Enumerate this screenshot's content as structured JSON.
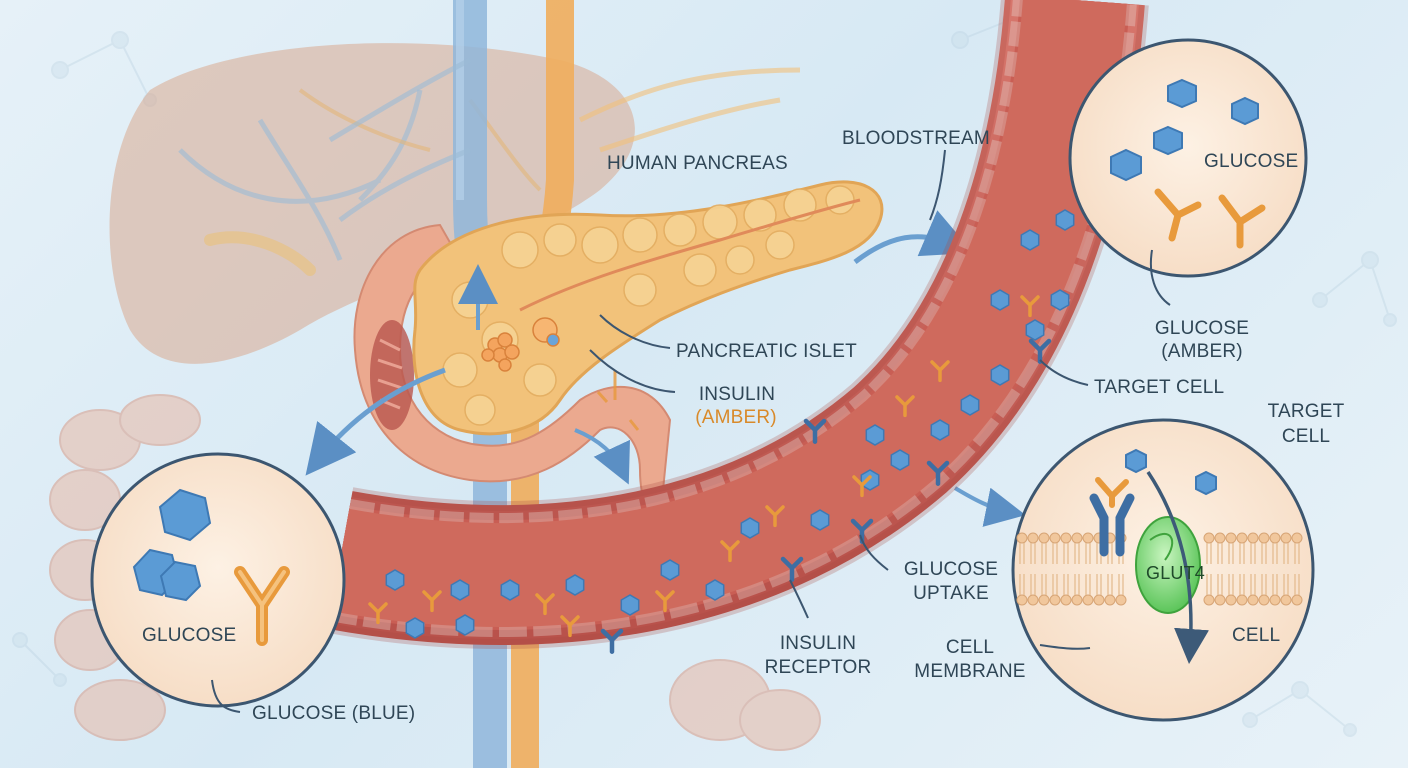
{
  "labels": {
    "human_pancreas": "HUMAN PANCREAS",
    "bloodstream": "BLOODSTREAM",
    "pancreatic_islet": "PANCREATIC ISLET",
    "insulin": "INSULIN",
    "insulin_amber": "(AMBER)",
    "glucose_left": "GLUCOSE",
    "glucose_blue": "GLUCOSE (BLUE)",
    "glucose_right": "GLUCOSE",
    "glucose_amber_1": "GLUCOSE",
    "glucose_amber_2": "(AMBER)",
    "target_cell_mid": "TARGET CELL",
    "target_cell_right_1": "TARGET",
    "target_cell_right_2": "CELL",
    "glucose_uptake_1": "GLUCOSE",
    "glucose_uptake_2": "UPTAKE",
    "insulin_receptor_1": "INSULIN",
    "insulin_receptor_2": "RECEPTOR",
    "cell_membrane_1": "CELL",
    "cell_membrane_2": "MEMBRANE",
    "glut4": "GLUT4",
    "cell": "CELL"
  },
  "colors": {
    "glucose": "#5b9bd5",
    "insulin": "#e89a3c",
    "vessel": "#c9625a",
    "pancreas": "#f2c27a",
    "glut4": "#7fd67a",
    "background": "#dfeef6"
  }
}
